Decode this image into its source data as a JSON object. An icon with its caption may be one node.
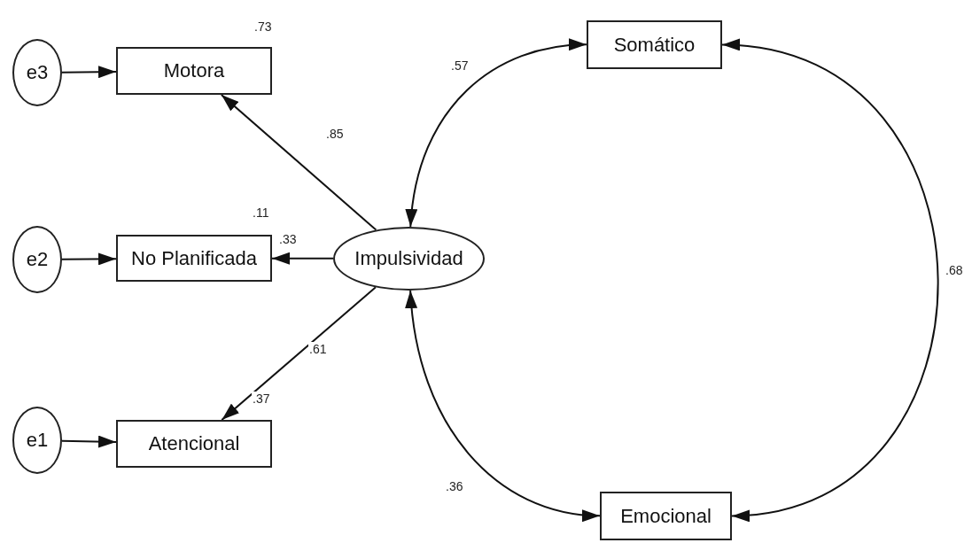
{
  "diagram": {
    "nodes": [
      {
        "text": [
          "e3"
        ]
      },
      {
        "text": [
          "Motora"
        ],
        "beside": [
          ".73"
        ]
      },
      {
        "text": [
          "e2"
        ]
      },
      {
        "text": [
          "No Planificada"
        ],
        "beside": [
          ".11"
        ]
      },
      {
        "text": [
          "Impulsividad"
        ]
      },
      {
        "text": [
          "Somático"
        ]
      },
      {
        "text": [
          "e1"
        ]
      },
      {
        "text": [
          "Atencional"
        ],
        "beside": [
          ".37"
        ]
      },
      {
        "text": [
          "Emocional"
        ]
      }
    ],
    "edges": [
      {
        "from": 0,
        "to": 1,
        "arrow": "to"
      },
      {
        "from": 2,
        "to": 3,
        "arrow": "to"
      },
      {
        "from": 6,
        "to": 7,
        "arrow": "to"
      },
      {
        "from": 4,
        "to": 1,
        "arrow": "to",
        "label": ".85"
      },
      {
        "from": 4,
        "to": 3,
        "arrow": "to",
        "label": ".33"
      },
      {
        "from": 4,
        "to": 7,
        "arrow": "to",
        "label": ".61"
      },
      {
        "from": 4,
        "to": 5,
        "arrow": "both",
        "label": ".57"
      },
      {
        "from": 4,
        "to": 8,
        "arrow": "both",
        "label": ".36"
      },
      {
        "from": 5,
        "to": 8,
        "arrow": "both",
        "label": ".68"
      }
    ]
  }
}
